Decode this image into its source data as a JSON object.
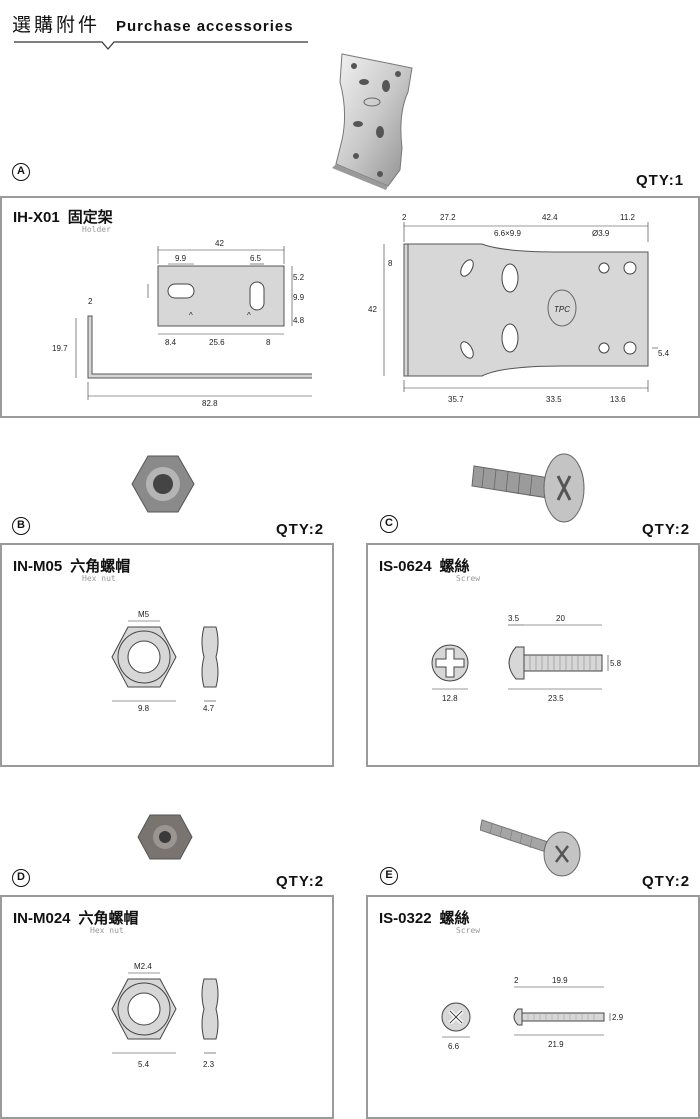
{
  "header": {
    "title_zh": "選購附件",
    "title_en": "Purchase accessories"
  },
  "qty_prefix": "QTY:",
  "items": [
    {
      "letter": "A",
      "qty": "1",
      "code": "IH-X01",
      "name": "固定架",
      "subtitle": "Holder",
      "dims": {
        "w": "42",
        "h1": "9.9",
        "h2": "6.5",
        "r1": "5.2",
        "r2": "9.9",
        "r3": "4.8",
        "b1": "8.4",
        "b2": "25.6",
        "b3": "8",
        "thick": "2",
        "height": "19.7",
        "length": "82.8",
        "t1": "2",
        "t2": "27.2",
        "t3": "42.4",
        "t4": "11.2",
        "slot": "6.6×9.9",
        "hole": "Ø3.9",
        "left": "8",
        "side": "42",
        "right": "5.4",
        "u1": "35.7",
        "u2": "33.5",
        "u3": "13.6"
      },
      "logo": "TPC"
    },
    {
      "letter": "B",
      "qty": "2",
      "code": "IN-M05",
      "name": "六角螺帽",
      "subtitle": "Hex nut",
      "dims": {
        "thread": "M5",
        "width": "9.8",
        "thick": "4.7"
      }
    },
    {
      "letter": "C",
      "qty": "2",
      "code": "IS-0624",
      "name": "螺絲",
      "subtitle": "Screw",
      "dims": {
        "head_d": "12.8",
        "head_t": "3.5",
        "thread": "20",
        "dia": "5.8",
        "total": "23.5"
      }
    },
    {
      "letter": "D",
      "qty": "2",
      "code": "IN-M024",
      "name": "六角螺帽",
      "subtitle": "Hex nut",
      "dims": {
        "thread": "M2.4",
        "width": "5.4",
        "thick": "2.3"
      }
    },
    {
      "letter": "E",
      "qty": "2",
      "code": "IS-0322",
      "name": "螺絲",
      "subtitle": "Screw",
      "dims": {
        "head_d": "6.6",
        "head_t": "2",
        "thread": "19.9",
        "dia": "2.9",
        "total": "21.9"
      }
    }
  ],
  "colors": {
    "border": "#9a9a9a",
    "plate": "#d7d7d7",
    "line": "#444444"
  }
}
